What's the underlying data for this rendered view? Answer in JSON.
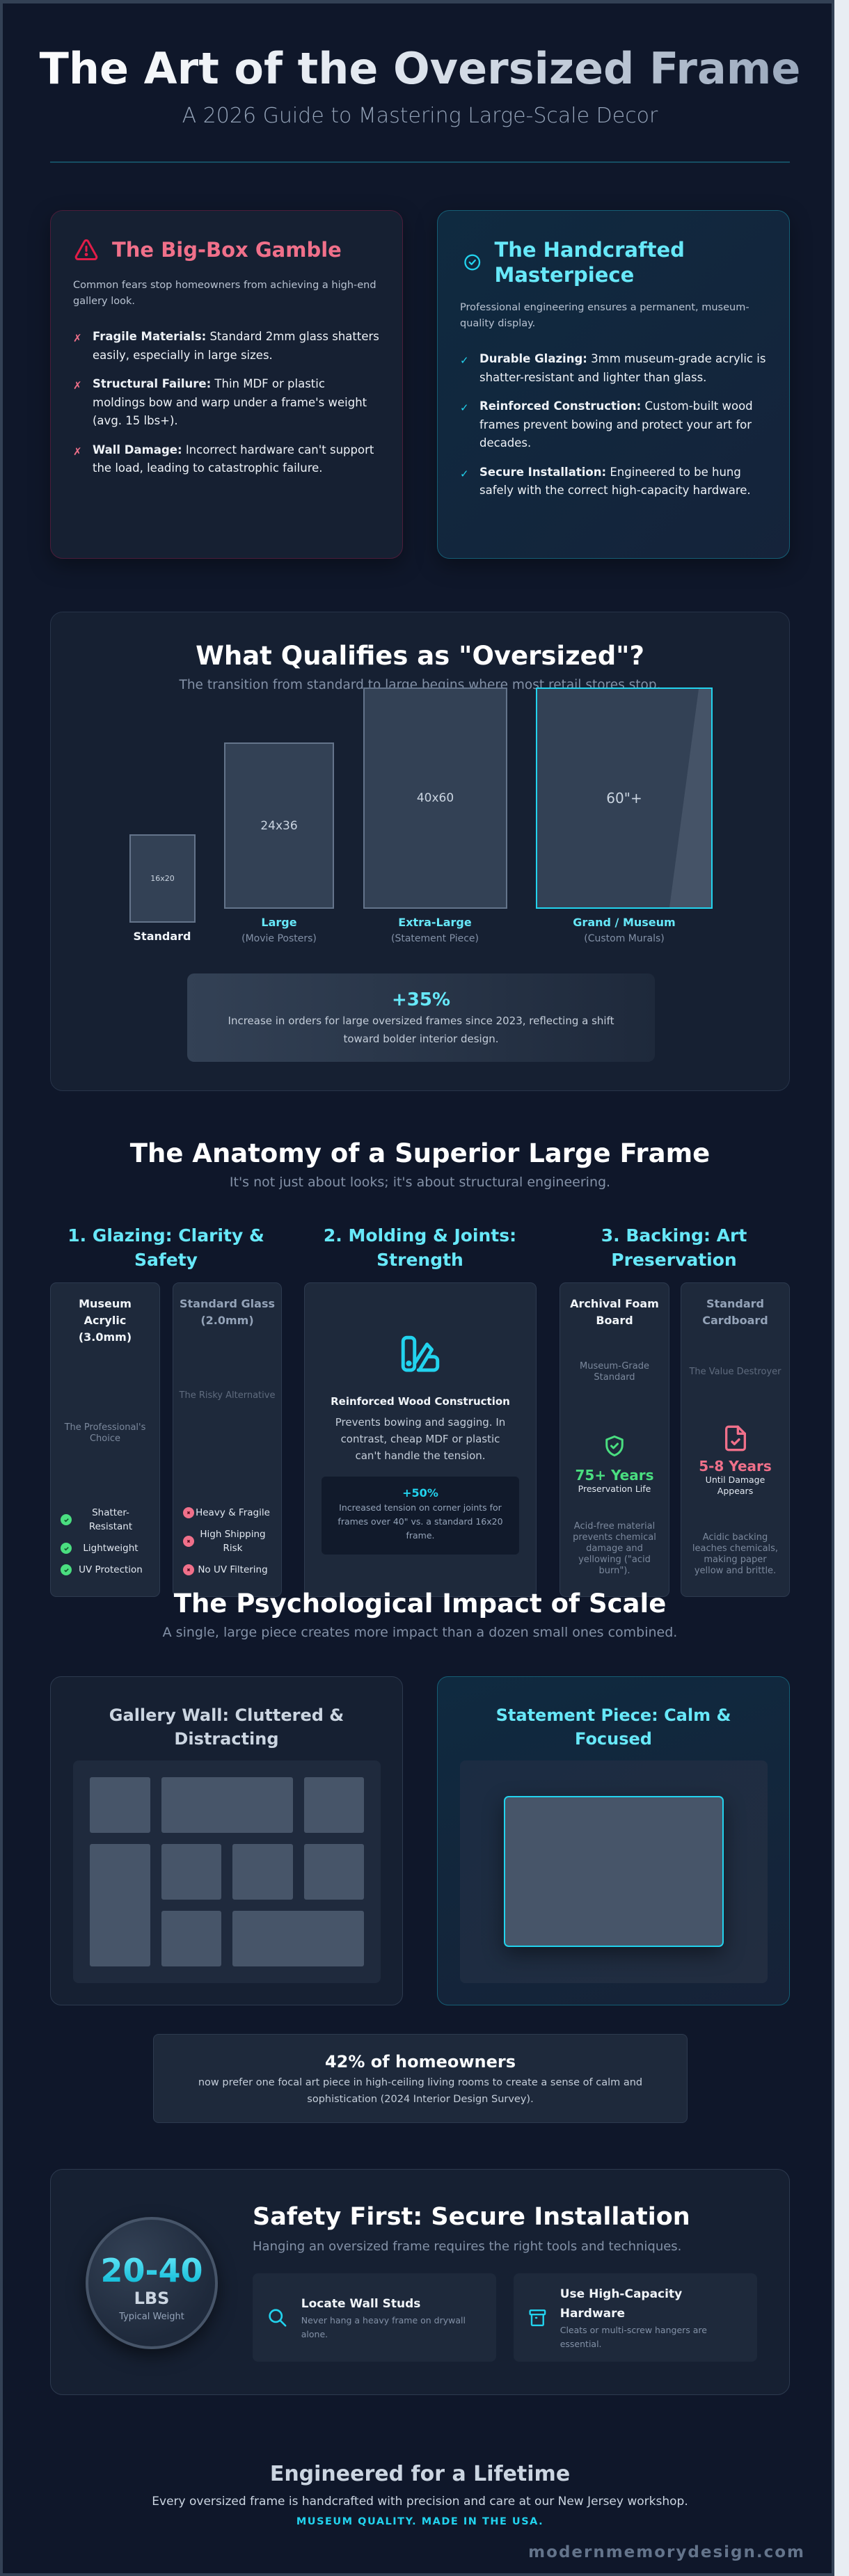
{
  "header": {
    "title": "The Art of the Oversized Frame",
    "subtitle": "A 2026 Guide to Mastering Large-Scale Decor"
  },
  "colors": {
    "background": "#0f172a",
    "accent": "#22d3ee",
    "danger": "#f0708a",
    "success": "#4ade80",
    "card": "#1e293b"
  },
  "comparison": {
    "bad": {
      "icon": "warning-triangle-icon",
      "title": "The Big-Box Gamble",
      "description": "Common fears stop homeowners from achieving a high-end gallery look.",
      "points": [
        {
          "label": "Fragile Materials:",
          "text": "Standard 2mm glass shatters easily, especially in large sizes."
        },
        {
          "label": "Structural Failure:",
          "text": "Thin MDF or plastic moldings bow and warp under a frame's weight (avg. 15 lbs+)."
        },
        {
          "label": "Wall Damage:",
          "text": "Incorrect hardware can't support the load, leading to catastrophic failure."
        }
      ]
    },
    "good": {
      "icon": "check-circle-icon",
      "title": "The Handcrafted Masterpiece",
      "description": "Professional engineering ensures a permanent, museum-quality display.",
      "points": [
        {
          "label": "Durable Glazing:",
          "text": "3mm museum-grade acrylic is shatter-resistant and lighter than glass."
        },
        {
          "label": "Reinforced Construction:",
          "text": "Custom-built wood frames prevent bowing and protect your art for decades."
        },
        {
          "label": "Secure Installation:",
          "text": "Engineered to be hung safely with the correct high-capacity hardware."
        }
      ]
    }
  },
  "oversized": {
    "title": "What Qualifies as \"Oversized\"?",
    "subtitle": "The transition from standard to large begins where most retail stores stop.",
    "sizes": [
      {
        "size": "16x20",
        "name": "Standard",
        "note": ""
      },
      {
        "size": "24x36",
        "name": "Large",
        "note": "(Movie Posters)"
      },
      {
        "size": "40x60",
        "name": "Extra-Large",
        "note": "(Statement Piece)"
      },
      {
        "size": "60\"+",
        "name": "Grand / Museum",
        "note": "(Custom Murals)"
      }
    ],
    "stat": {
      "value": "+35%",
      "text": "Increase in orders for large oversized frames since 2023, reflecting a shift toward bolder interior design."
    }
  },
  "anatomy": {
    "title": "The Anatomy of a Superior Large Frame",
    "subtitle": "It's not just about looks; it's about structural engineering.",
    "glazing": {
      "heading": "1. Glazing: Clarity & Safety",
      "good": {
        "title": "Museum Acrylic (3.0mm)",
        "subtitle": "The Professional's Choice",
        "features": [
          "Shatter-Resistant",
          "Lightweight",
          "UV Protection"
        ]
      },
      "bad": {
        "title": "Standard Glass (2.0mm)",
        "subtitle": "The Risky Alternative",
        "features": [
          "Heavy & Fragile",
          "High Shipping Risk",
          "No UV Filtering"
        ]
      }
    },
    "molding": {
      "heading": "2. Molding & Joints: Strength",
      "icon": "swatch-icon",
      "title": "Reinforced Wood Construction",
      "text": "Prevents bowing and sagging. In contrast, cheap MDF or plastic can't handle the tension.",
      "stat_value": "+50%",
      "stat_text": "Increased tension on corner joints for frames over 40\" vs. a standard 16x20 frame."
    },
    "backing": {
      "heading": "3. Backing: Art Preservation",
      "good": {
        "title": "Archival Foam Board",
        "subtitle": "Museum-Grade Standard",
        "icon": "shield-check-icon",
        "value": "75+ Years",
        "value_label": "Preservation Life",
        "text": "Acid-free material prevents chemical damage and yellowing (\"acid burn\")."
      },
      "bad": {
        "title": "Standard Cardboard",
        "subtitle": "The Value Destroyer",
        "icon": "file-check-icon",
        "value": "5-8 Years",
        "value_label": "Until Damage Appears",
        "text": "Acidic backing leaches chemicals, making paper yellow and brittle."
      }
    }
  },
  "psychology": {
    "title": "The Psychological Impact of Scale",
    "subtitle": "A single, large piece creates more impact than a dozen small ones combined.",
    "left_title": "Gallery Wall: Cluttered & Distracting",
    "right_title": "Statement Piece: Calm & Focused",
    "fact_title": "42% of homeowners",
    "fact_text": "now prefer one focal art piece in high-ceiling living rooms to create a sense of calm and sophistication (2024 Interior Design Survey)."
  },
  "safety": {
    "weight": "20-40",
    "unit": "LBS",
    "weight_caption": "Typical Weight",
    "title": "Safety First: Secure Installation",
    "subtitle": "Hanging an oversized frame requires the right tools and techniques.",
    "tips": [
      {
        "icon": "search-icon",
        "title": "Locate Wall Studs",
        "text": "Never hang a heavy frame on drywall alone."
      },
      {
        "icon": "archive-box-icon",
        "title": "Use High-Capacity Hardware",
        "text": "Cleats or multi-screw hangers are essential."
      }
    ]
  },
  "footer": {
    "title": "Engineered for a Lifetime",
    "text": "Every oversized frame is handcrafted with precision and care at our New Jersey workshop.",
    "tagline": "MUSEUM QUALITY. MADE IN THE USA.",
    "domain": "modernmemorydesign.com"
  }
}
